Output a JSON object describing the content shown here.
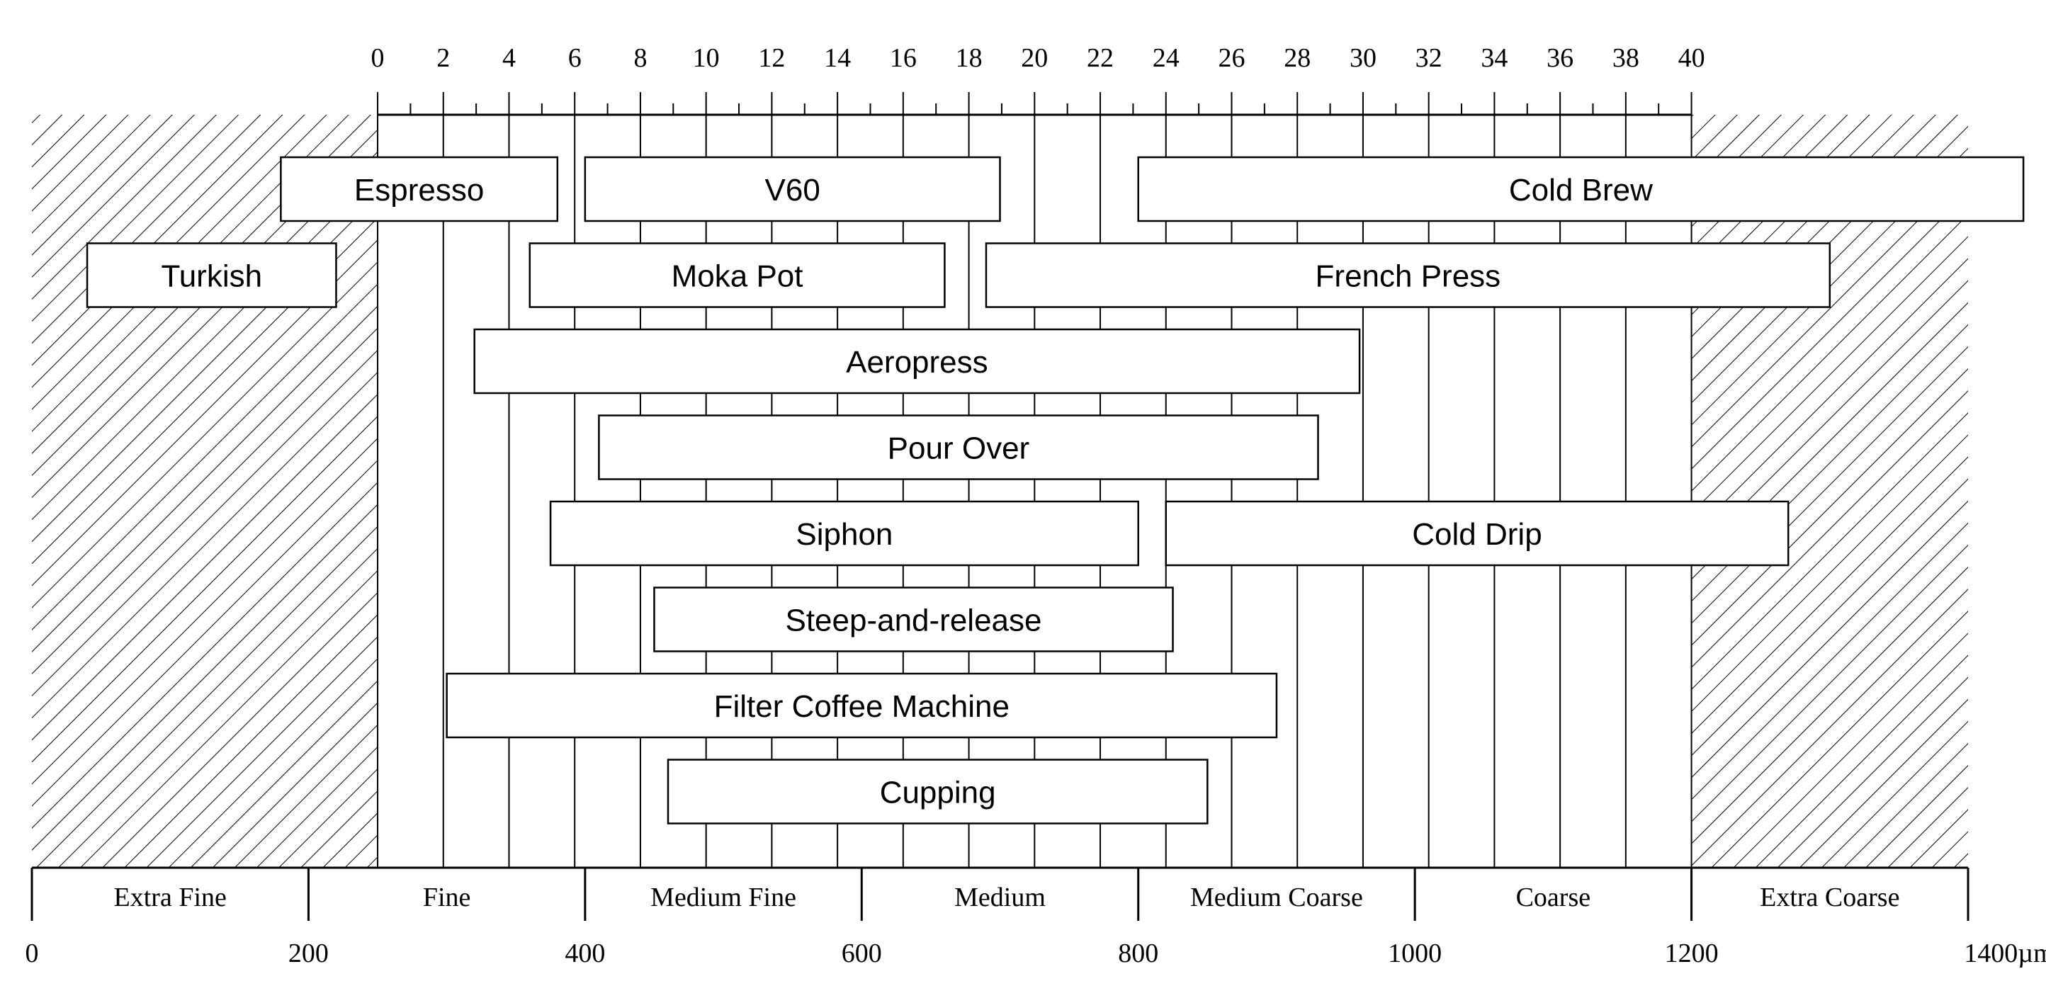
{
  "chart_data": {
    "type": "range-bar",
    "top_axis": {
      "min": 0,
      "max": 40,
      "tick_labels": [
        "0",
        "2",
        "4",
        "6",
        "8",
        "10",
        "12",
        "14",
        "16",
        "18",
        "20",
        "22",
        "24",
        "26",
        "28",
        "30",
        "32",
        "34",
        "36",
        "38",
        "40"
      ]
    },
    "bottom_axis": {
      "min": 0,
      "max": 1400,
      "tick_labels": [
        "0",
        "200",
        "400",
        "600",
        "800",
        "1000",
        "1200",
        "1400µm"
      ]
    },
    "grind_categories": [
      {
        "label": "Extra Fine",
        "from": 0,
        "to": 200
      },
      {
        "label": "Fine",
        "from": 200,
        "to": 400
      },
      {
        "label": "Medium Fine",
        "from": 400,
        "to": 600
      },
      {
        "label": "Medium",
        "from": 600,
        "to": 800
      },
      {
        "label": "Medium Coarse",
        "from": 800,
        "to": 1000
      },
      {
        "label": "Coarse",
        "from": 1000,
        "to": 1200
      },
      {
        "label": "Extra Coarse",
        "from": 1200,
        "to": 1400
      }
    ],
    "hatched_regions": [
      {
        "from": 0,
        "to": 250
      },
      {
        "from": 1200,
        "to": 1400
      }
    ],
    "methods": [
      {
        "label": "Espresso",
        "row": 0,
        "from": 180,
        "to": 380
      },
      {
        "label": "V60",
        "row": 0,
        "from": 400,
        "to": 700
      },
      {
        "label": "Cold Brew",
        "row": 0,
        "from": 800,
        "to": 1440
      },
      {
        "label": "Turkish",
        "row": 1,
        "from": 40,
        "to": 220
      },
      {
        "label": "Moka Pot",
        "row": 1,
        "from": 360,
        "to": 660
      },
      {
        "label": "French Press",
        "row": 1,
        "from": 690,
        "to": 1300
      },
      {
        "label": "Aeropress",
        "row": 2,
        "from": 320,
        "to": 960
      },
      {
        "label": "Pour Over",
        "row": 3,
        "from": 410,
        "to": 930
      },
      {
        "label": "Siphon",
        "row": 4,
        "from": 375,
        "to": 800
      },
      {
        "label": "Cold Drip",
        "row": 4,
        "from": 820,
        "to": 1270
      },
      {
        "label": "Steep-and-release",
        "row": 5,
        "from": 450,
        "to": 825
      },
      {
        "label": "Filter Coffee Machine",
        "row": 6,
        "from": 300,
        "to": 900
      },
      {
        "label": "Cupping",
        "row": 7,
        "from": 460,
        "to": 850
      }
    ]
  }
}
